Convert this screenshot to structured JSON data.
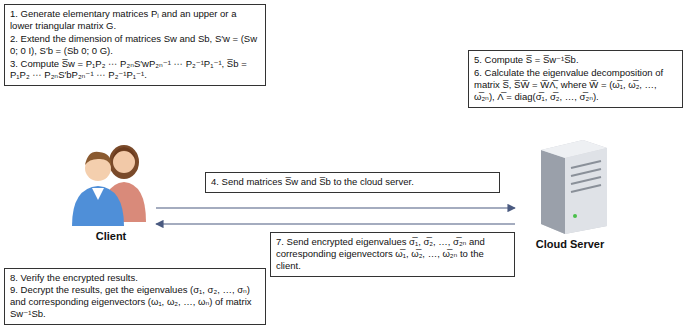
{
  "diagram": {
    "nodes": [
      {
        "text": [
          "1. Generate elementary matrices Pᵢ and an upper or a lower triangular matrix G.",
          "2. Extend the dimension of matrices Sw and Sb, S′w = (Sw 0; 0 I), S′b = (Sb 0; 0 G).",
          "3. Compute S̅w = P₁P₂ ⋯ P₂ₙS′wP₂ₙ⁻¹ ⋯ P₂⁻¹P₁⁻¹, S̅b = P₁P₂ ⋯ P₂ₙS′bP₂ₙ⁻¹ ⋯ P₂⁻¹P₁⁻¹."
        ]
      },
      {
        "text": [
          "5. Compute S̅ = S̅w⁻¹S̅b.",
          "6. Calculate the eigenvalue decomposition of matrix S̅, S̅W̅ = W̅Λ̅, where W̅ = (ω̅₁, ω̅₂, …, ω̅₂ₙ), Λ̅ = diag(σ̅₁, σ̅₂, …, σ̅₂ₙ)."
        ]
      },
      {
        "text": [
          "4. Send matrices S̅w and S̅b to the cloud server."
        ]
      },
      {
        "text": [
          "Client"
        ]
      },
      {
        "text": [
          "Cloud Server"
        ]
      },
      {
        "text": [
          "7. Send encrypted eigenvalues σ̅₁, σ̅₂, …, σ̅₂ₙ and corresponding eigenvectors ω̅₁, ω̅₂, …, ω̅₂ₙ to the client."
        ]
      },
      {
        "text": [
          "8. Verify the encrypted results.",
          "9. Decrypt the results, get the eigenvalues (σ₁, σ₂, …, σₙ) and corresponding eigenvectors (ω₁, ω₂, …, ωₙ) of matrix Sw⁻¹Sb."
        ]
      }
    ],
    "edges": [
      {
        "from": 3,
        "to": 4,
        "arrow": "to"
      },
      {
        "from": 4,
        "to": 3,
        "arrow": "to"
      }
    ]
  }
}
